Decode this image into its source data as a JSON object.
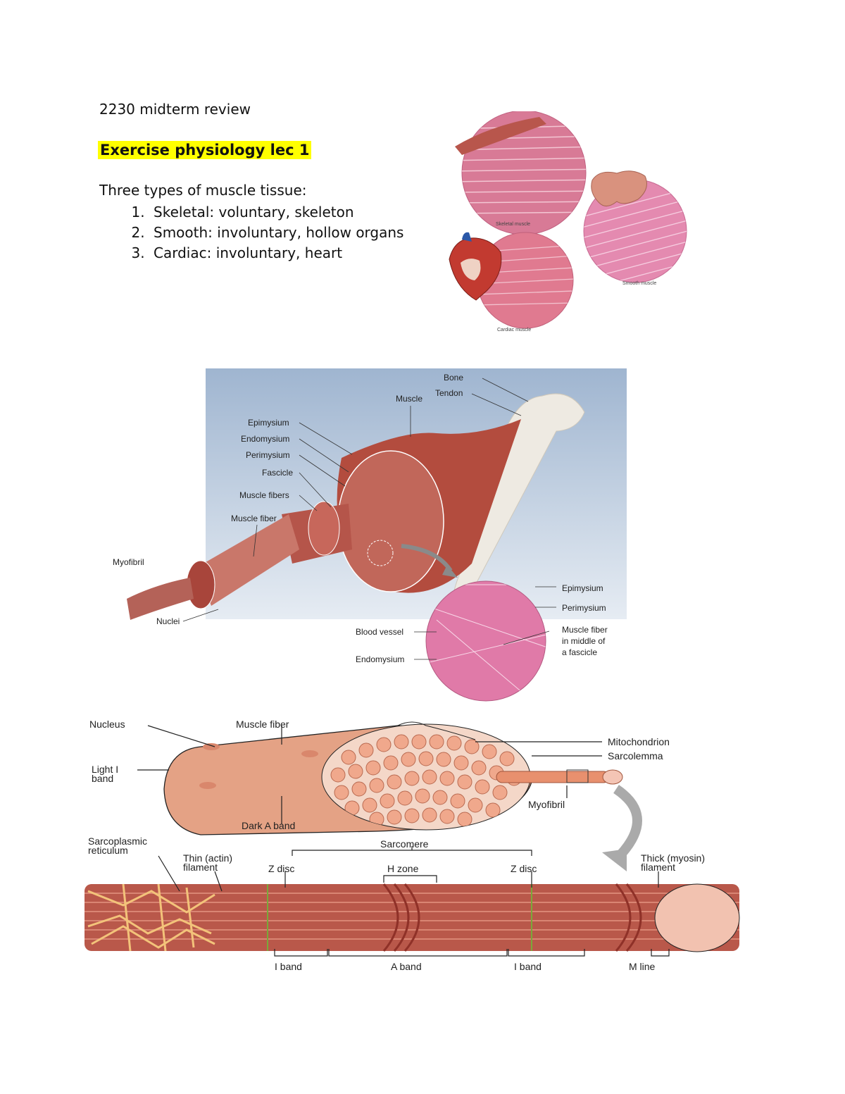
{
  "document": {
    "title": "2230 midterm review",
    "heading": "Exercise physiology lec 1",
    "intro": "Three types of muscle tissue:",
    "muscle_types": [
      "Skeletal: voluntary, skeleton",
      "Smooth: involuntary, hollow organs",
      "Cardiac: involuntary, heart"
    ]
  },
  "figure1": {
    "labels": {
      "skeletal": "Skeletal muscle",
      "smooth": "Smooth muscle",
      "cardiac": "Cardiac muscle"
    }
  },
  "figure2": {
    "labels": {
      "bone": "Bone",
      "tendon": "Tendon",
      "muscle": "Muscle",
      "epimysium": "Epimysium",
      "endomysium": "Endomysium",
      "perimysium": "Perimysium",
      "fascicle": "Fascicle",
      "muscle_fibers": "Muscle fibers",
      "muscle_fiber": "Muscle fiber",
      "myofibril": "Myofibril",
      "nuclei": "Nuclei",
      "inset_epimysium": "Epimysium",
      "inset_perimysium": "Perimysium",
      "blood_vessel": "Blood vessel",
      "inset_endomysium": "Endomysium",
      "fiber_middle_1": "Muscle fiber",
      "fiber_middle_2": "in middle of",
      "fiber_middle_3": "a fascicle"
    }
  },
  "figure3": {
    "labels": {
      "nucleus": "Nucleus",
      "muscle_fiber": "Muscle fiber",
      "mitochondrion": "Mitochondrion",
      "sarcolemma": "Sarcolemma",
      "light_band_1": "Light I",
      "light_band_2": "band",
      "myofibril": "Myofibril",
      "dark_band": "Dark A band",
      "sr_1": "Sarcoplasmic",
      "sr_2": "reticulum",
      "sarcomere": "Sarcomere",
      "thin_1": "Thin (actin)",
      "thin_2": "filament",
      "z_disc_left": "Z disc",
      "h_zone": "H zone",
      "z_disc_right": "Z disc",
      "thick_1": "Thick (myosin)",
      "thick_2": "filament",
      "i_band_left": "I band",
      "a_band": "A band",
      "i_band_right": "I band",
      "m_line": "M line"
    }
  },
  "colors": {
    "highlight": "#ffff00",
    "muscle_red": "#a8483f",
    "tissue_pink": "#d9708f",
    "background_blue": "#b9c8da"
  }
}
